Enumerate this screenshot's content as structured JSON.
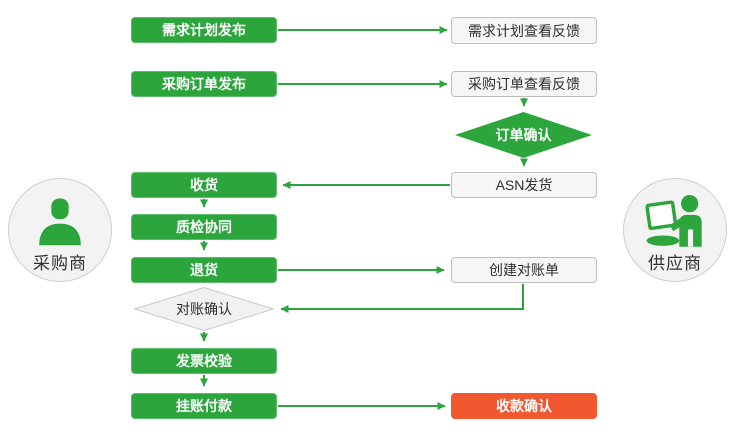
{
  "colors": {
    "green": "#2BA53C",
    "red": "#F2582F",
    "node-light-bg": "#f6f6f6",
    "node-light-border": "#bdbdbd",
    "diamond-gray-bg": "#f1f1f1",
    "diamond-gray-border": "#c9c9c9",
    "actor-bg": "#f3f3f3",
    "actor-border": "#cfcfcf",
    "text-dark": "#2f2f2f"
  },
  "actors": {
    "buyer": {
      "label": "采购商"
    },
    "supplier": {
      "label": "供应商"
    }
  },
  "nodes": {
    "demand_plan_publish": {
      "label": "需求计划发布",
      "type": "process"
    },
    "demand_plan_feedback": {
      "label": "需求计划查看反馈",
      "type": "process"
    },
    "po_publish": {
      "label": "采购订单发布",
      "type": "process"
    },
    "po_feedback": {
      "label": "采购订单查看反馈",
      "type": "process"
    },
    "order_confirm": {
      "label": "订单确认",
      "type": "decision"
    },
    "asn_ship": {
      "label": "ASN发货",
      "type": "process"
    },
    "receive": {
      "label": "收货",
      "type": "process"
    },
    "quality_collab": {
      "label": "质检协同",
      "type": "process"
    },
    "return_goods": {
      "label": "退货",
      "type": "process"
    },
    "create_statement": {
      "label": "创建对账单",
      "type": "process"
    },
    "statement_confirm": {
      "label": "对账确认",
      "type": "decision"
    },
    "invoice_check": {
      "label": "发票校验",
      "type": "process"
    },
    "book_payment": {
      "label": "挂账付款",
      "type": "process"
    },
    "receipt_confirm": {
      "label": "收款确认",
      "type": "end"
    }
  }
}
